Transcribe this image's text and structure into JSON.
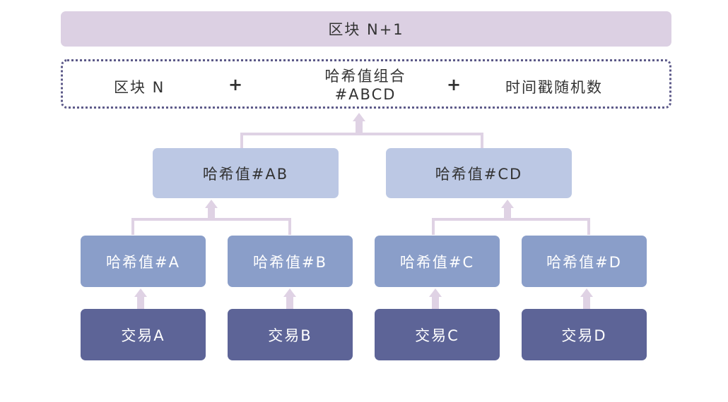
{
  "top_block": "区块 N+1",
  "header": {
    "block": "区块 N",
    "plus1": "+",
    "combo_line1": "哈希值组合",
    "combo_line2": "#ABCD",
    "plus2": "+",
    "timestamp": "时间戳随机数"
  },
  "level2": [
    "哈希值#AB",
    "哈希值#CD"
  ],
  "level3": [
    "哈希值#A",
    "哈希值#B",
    "哈希值#C",
    "哈希值#D"
  ],
  "transactions": [
    "交易A",
    "交易B",
    "交易C",
    "交易D"
  ],
  "colors": {
    "top": "#dcd0e3",
    "border": "#5d5a89",
    "level2": "#bcc8e4",
    "level3": "#8a9ec9",
    "transactions": "#5d6497",
    "connector": "#dfd2e4"
  }
}
